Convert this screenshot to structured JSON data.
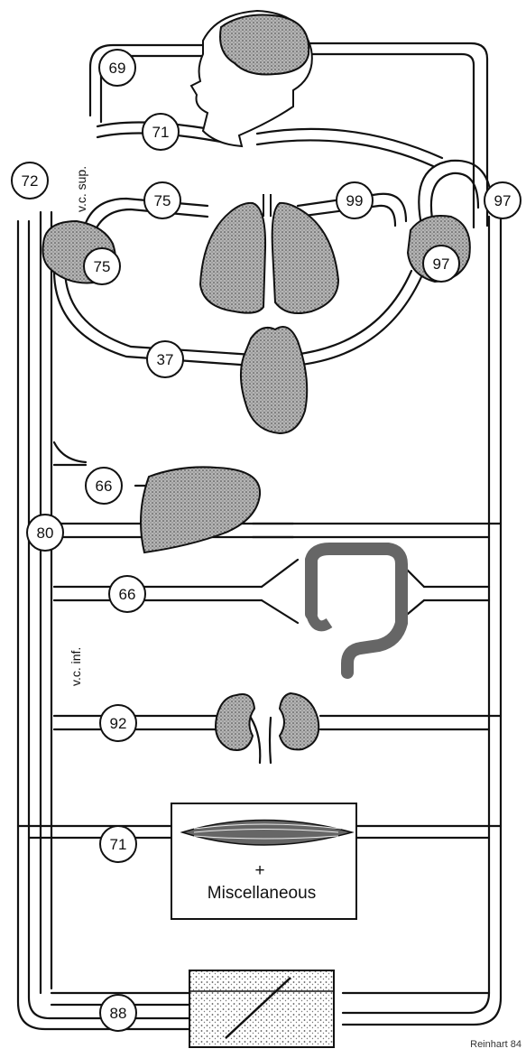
{
  "diagram": {
    "nodes": {
      "brain_in": "69",
      "head_out": "71",
      "vc_sup": "72",
      "lung_art": "75",
      "lung_ven": "99",
      "kidney_left": "75",
      "kidney_right": "97",
      "aorta": "97",
      "coronary": "37",
      "liver": "66",
      "vc_inf": "80",
      "gut": "66",
      "renal": "92",
      "muscle": "71",
      "skin": "88"
    },
    "labels": {
      "vc_sup": "v.c. sup.",
      "vc_inf": "v.c. inf.",
      "plus": "+",
      "miscellaneous": "Miscellaneous",
      "credit": "Reinhart 84"
    }
  },
  "colors": {
    "line": "#111111",
    "organ_fill": "#9a9a9a",
    "background": "#ffffff"
  }
}
